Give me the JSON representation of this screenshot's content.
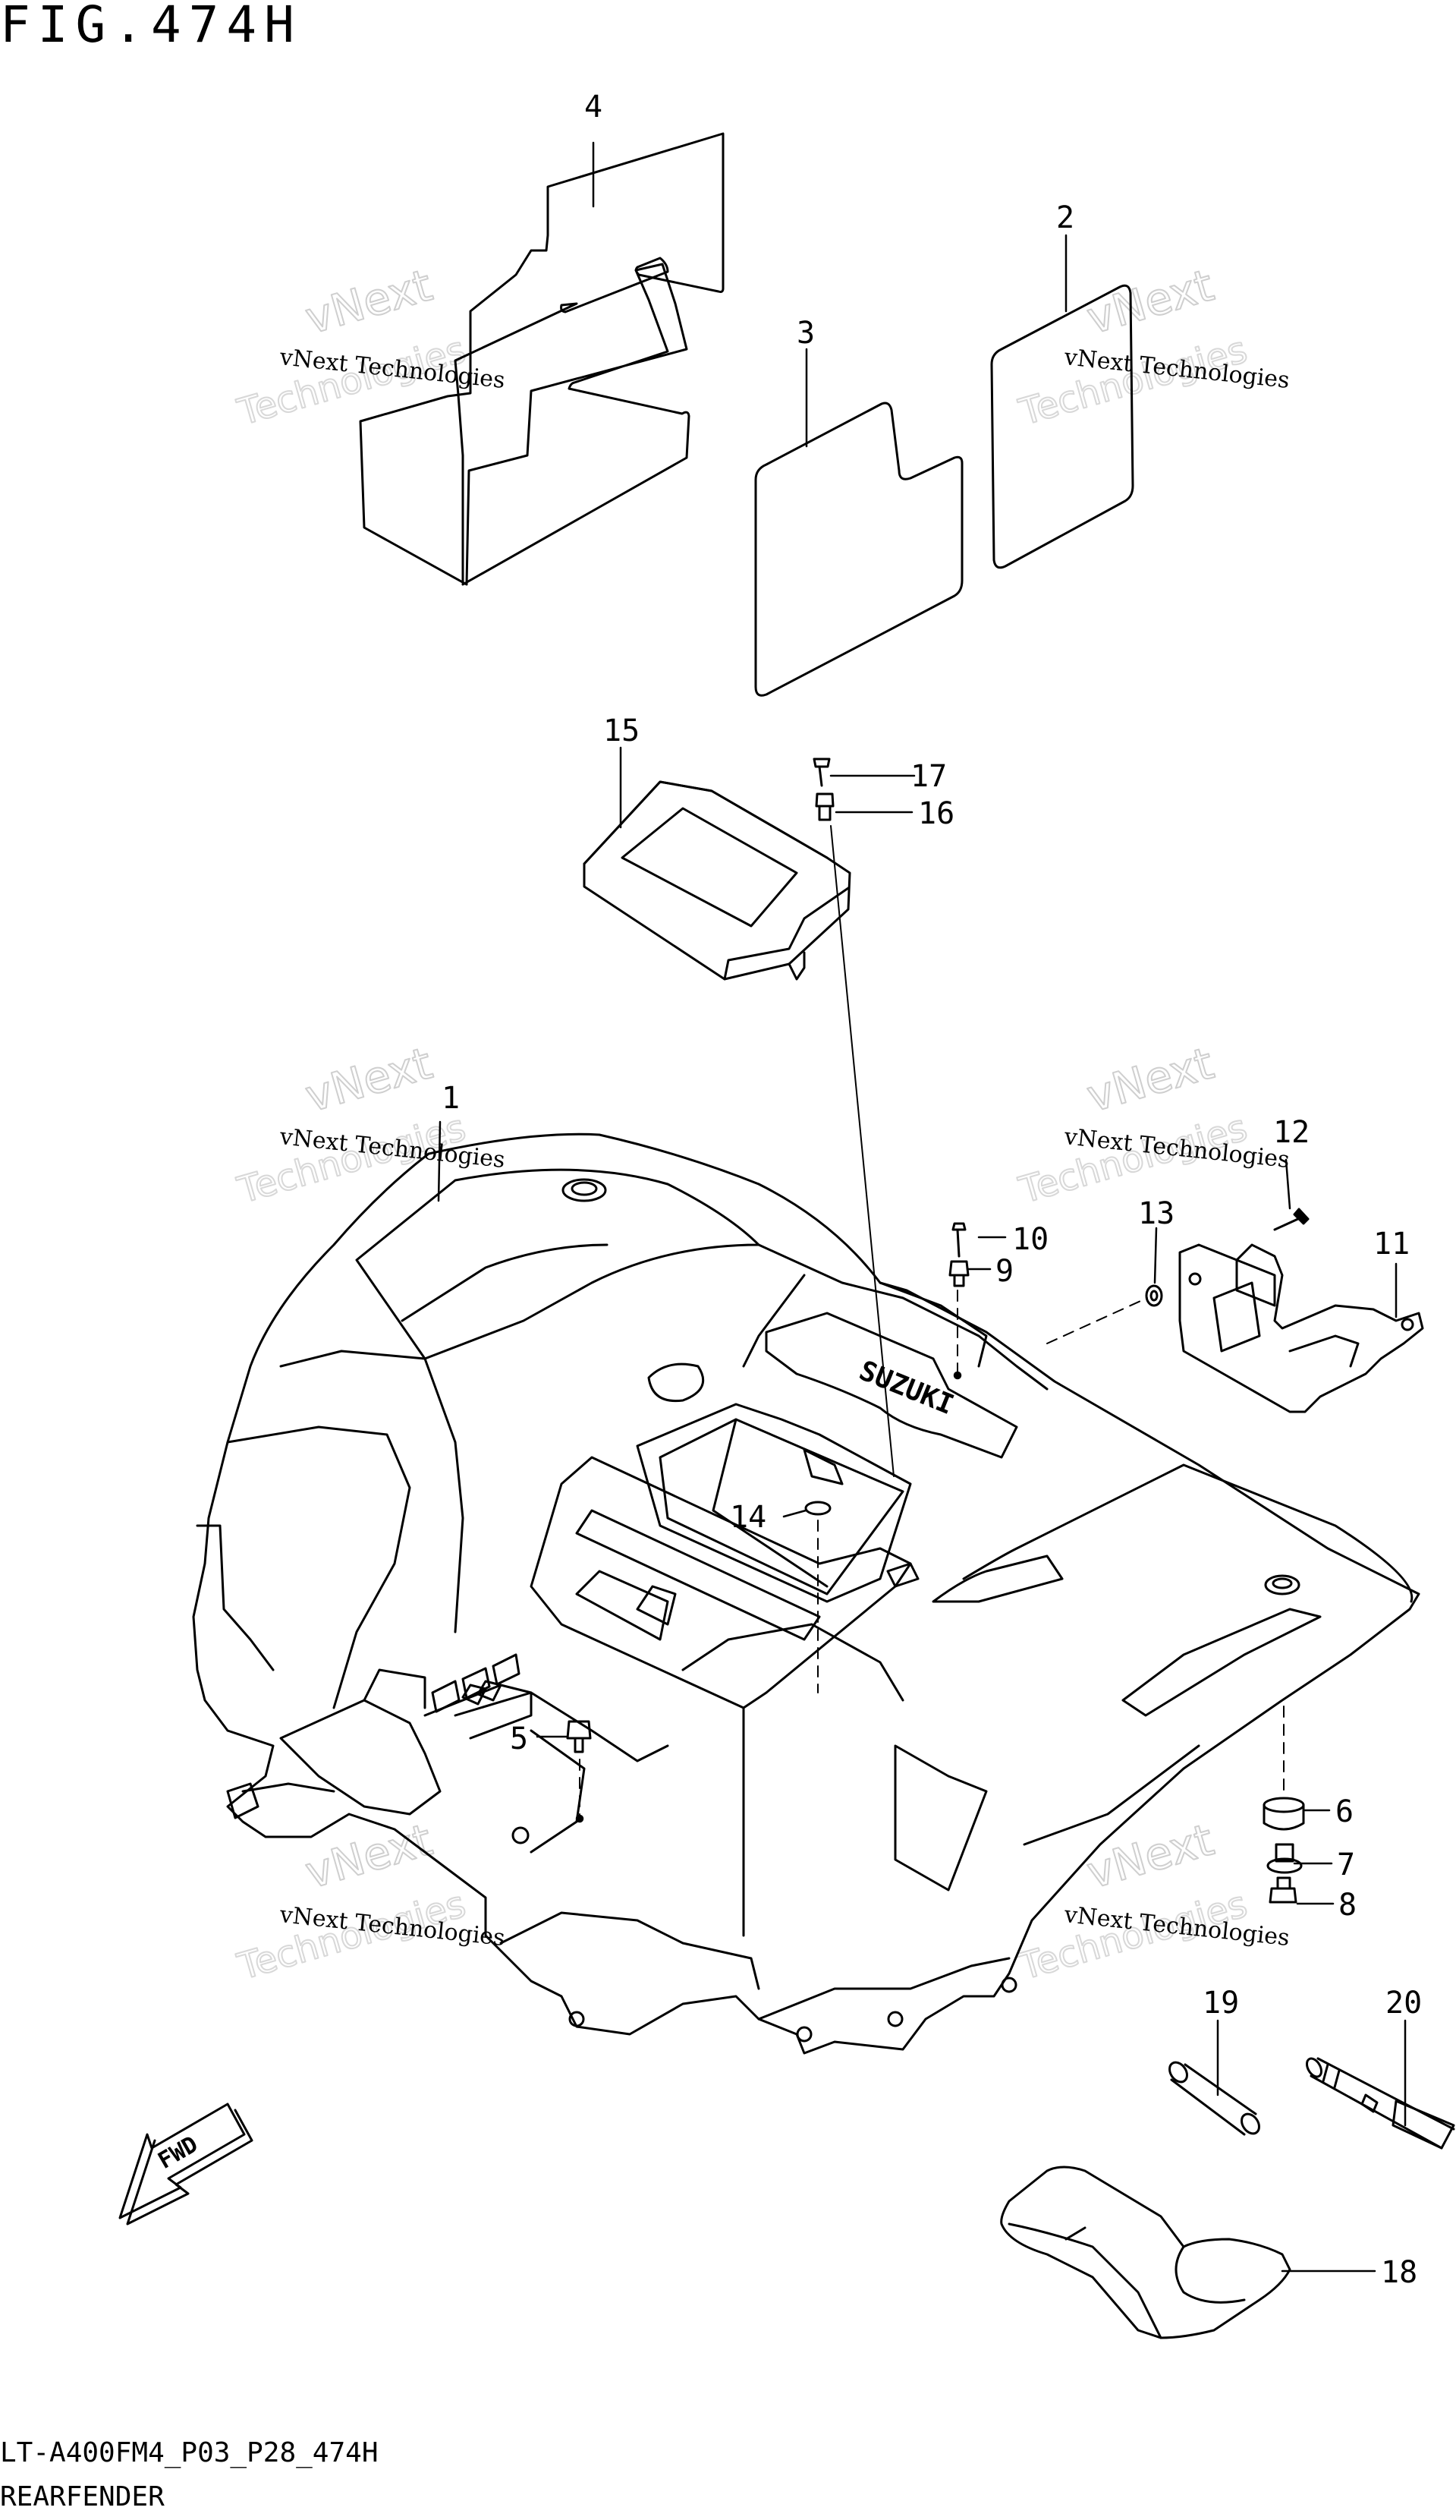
{
  "figure": {
    "title": "FIG.474H",
    "drawing_code": "LT-A400FM4_P03_P28_474H",
    "assembly_name": "REARFENDER"
  },
  "callouts": [
    "1",
    "2",
    "3",
    "4",
    "5",
    "6",
    "7",
    "8",
    "9",
    "10",
    "11",
    "12",
    "13",
    "14",
    "15",
    "16",
    "17",
    "18",
    "19",
    "20"
  ],
  "watermark": {
    "line1": "vNext Technologies",
    "line2": "vNext",
    "line3": "Technologies"
  },
  "fender_emblem": "SUZUKI",
  "direction_badge": "FWD"
}
